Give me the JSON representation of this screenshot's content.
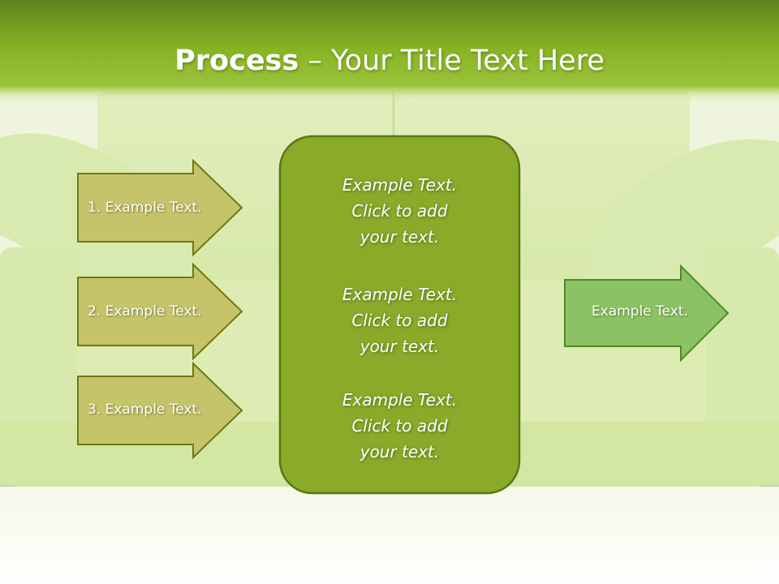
{
  "title": {
    "bold": "Process",
    "rest": " – Your Title Text Here"
  },
  "left_steps": [
    "1. Example Text.",
    "2. Example Text.",
    "3. Example Text."
  ],
  "center_blocks": [
    [
      "Example Text.",
      "Click  to add",
      "your text."
    ],
    [
      "Example Text.",
      "Click  to add",
      "your text."
    ],
    [
      "Example Text.",
      "Click  to add",
      "your text."
    ]
  ],
  "result": "Example Text.",
  "colors": {
    "header_green": "#7ea618",
    "step_arrow_fill": "#c6c46a",
    "step_arrow_stroke": "#6c7a14",
    "center_box_fill": "#8aaa2a",
    "center_box_stroke": "#5a7714",
    "result_arrow_fill": "#8cc264",
    "result_arrow_stroke": "#4f8a26"
  }
}
